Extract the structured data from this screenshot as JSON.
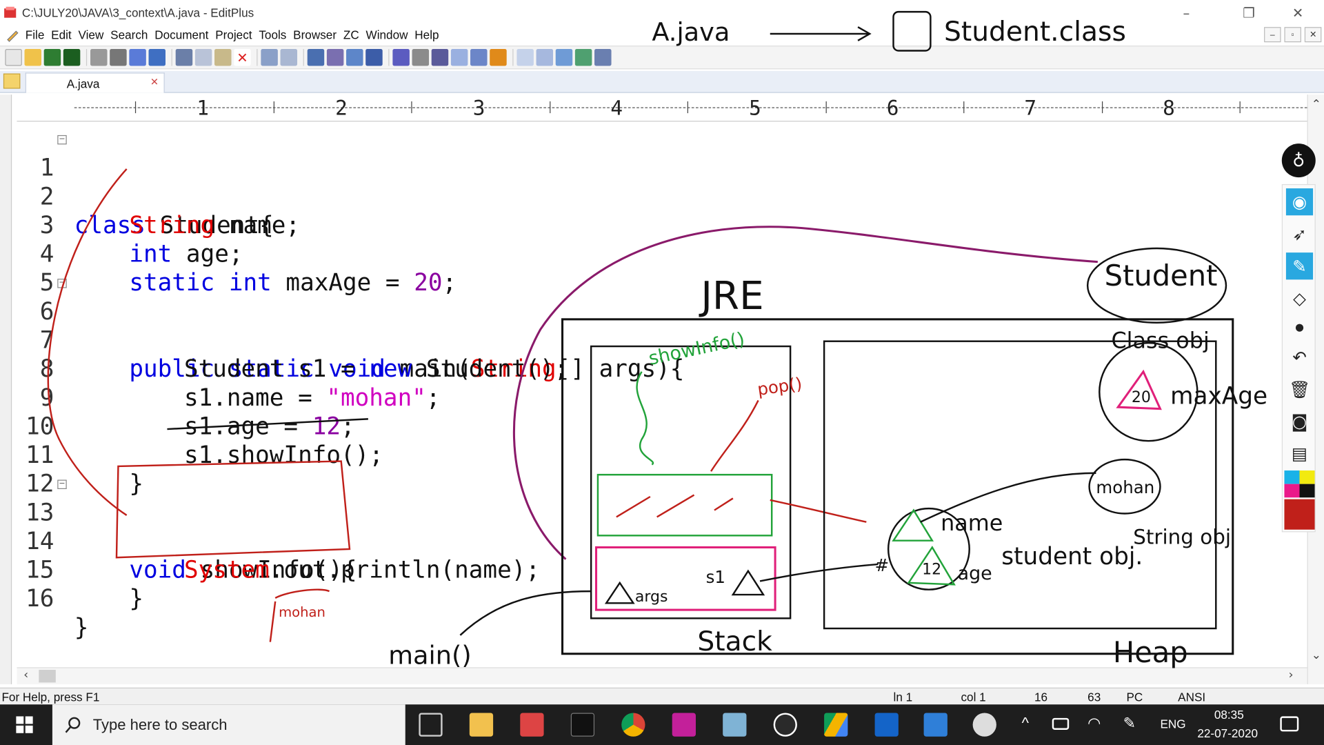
{
  "window": {
    "title": "C:\\JULY20\\JAVA\\3_context\\A.java - EditPlus",
    "controls": [
      "–",
      "❐",
      "✕"
    ]
  },
  "menu": [
    "File",
    "Edit",
    "View",
    "Search",
    "Document",
    "Project",
    "Tools",
    "Browser",
    "ZC",
    "Window",
    "Help"
  ],
  "mdi_controls": [
    "–",
    "▫",
    "✕"
  ],
  "tab": {
    "label": "A.java",
    "close": "✕"
  },
  "ruler": {
    "numbers": [
      "1",
      "2",
      "3",
      "4",
      "5",
      "6",
      "7",
      "8"
    ]
  },
  "code": {
    "lines": [
      {
        "n": "1"
      },
      {
        "n": "2"
      },
      {
        "n": "3"
      },
      {
        "n": "4"
      },
      {
        "n": "5"
      },
      {
        "n": "6"
      },
      {
        "n": "7"
      },
      {
        "n": "8"
      },
      {
        "n": "9"
      },
      {
        "n": "10"
      },
      {
        "n": "11"
      },
      {
        "n": "12"
      },
      {
        "n": "13"
      },
      {
        "n": "14"
      },
      {
        "n": "15"
      },
      {
        "n": "16"
      }
    ],
    "tokens": {
      "l1_kw": "class",
      "l1_rest": " Student{",
      "l2_ty": "String",
      "l2_rest": " name;",
      "l3_kw": "int",
      "l3_rest": " age;",
      "l4_kw1": "static",
      "l4_kw2": " int",
      "l4_rest": " maxAge = ",
      "l4_num": "20",
      "l4_end": ";",
      "l6_kw": "public static void",
      "l6_mid": " main(",
      "l6_ty": "String",
      "l6_end": "[] args){",
      "l7_a": "Student s1 = ",
      "l7_kw": "new",
      "l7_b": " Student();",
      "l8_a": "s1.name = ",
      "l8_str": "\"mohan\"",
      "l8_b": ";",
      "l9_a": "s1.age = ",
      "l9_num": "12",
      "l9_b": ";",
      "l10": "s1.showInfo();",
      "l11": "}",
      "l13_kw": "void",
      "l13_rest": " showInfo(){",
      "l14_ty": "System",
      "l14_rest": ".out.println(name);",
      "l15": "}",
      "l16": "}"
    }
  },
  "status": {
    "help": "For Help, press F1",
    "ln": "ln 1",
    "col": "col 1",
    "lines": "16",
    "chars": "63",
    "mode": "PC",
    "encoding": "ANSI"
  },
  "taskbar": {
    "search_placeholder": "Type here to search",
    "lang": "ENG",
    "time": "08:35",
    "date": "22-07-2020"
  },
  "ink": {
    "a_java": "A.java",
    "student_class": "Student.class",
    "jre": "JRE",
    "show_info": "showInfo()",
    "pop": "pop()",
    "student": "Student",
    "class_obj": "Class obj",
    "max_age_val": "20",
    "max_age": "maxAge",
    "mohan": "mohan",
    "name": "name",
    "age_val": "12",
    "age": "age",
    "string_obj": "String obj",
    "student_obj": "student obj.",
    "s1": "s1",
    "args": "args",
    "main": "main()",
    "stack": "Stack",
    "heap": "Heap",
    "hash": "#",
    "mohan_small": "mohan"
  },
  "colors": {
    "keyword": "#0000e0",
    "type": "#e00000",
    "string": "#d000c0",
    "number": "#8a00a0",
    "ink_red": "#c0201a",
    "ink_green": "#22a33a",
    "ink_magenta": "#e0207a",
    "ink_purple": "#8a1a6a"
  }
}
